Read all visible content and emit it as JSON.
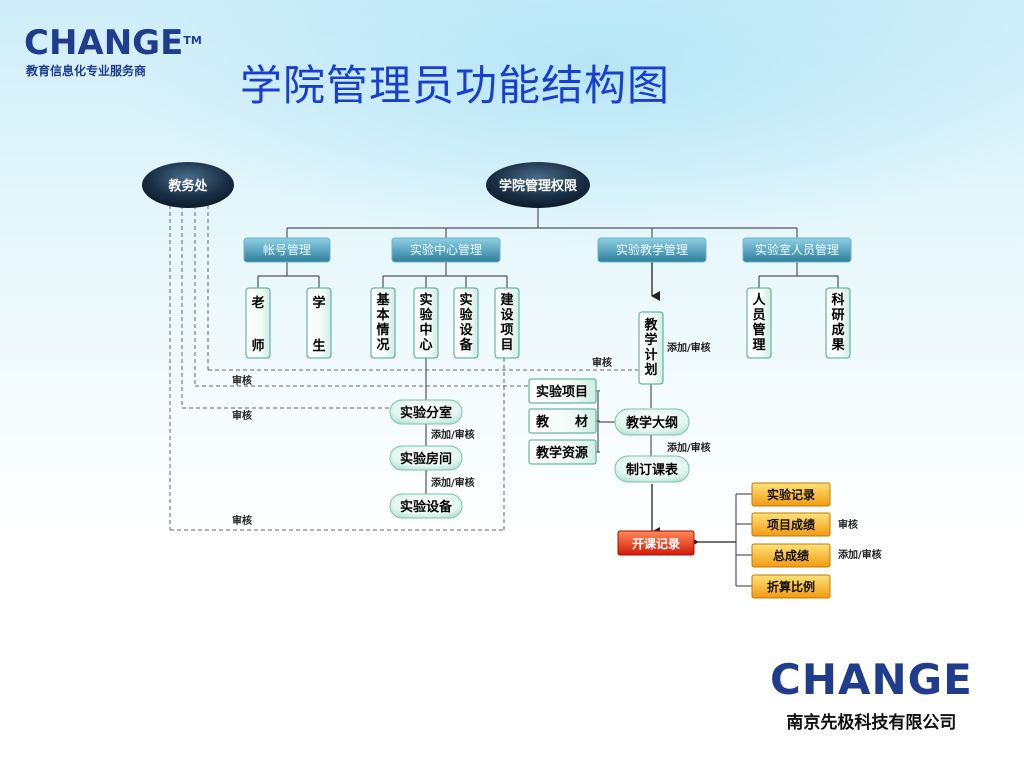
{
  "logo": {
    "word": "CHANGE",
    "tm": "TM",
    "tagline": "教育信息化专业服务商"
  },
  "title": "学院管理员功能结构图",
  "footer": {
    "word": "CHANGE",
    "company": "南京先极科技有限公司"
  },
  "diagram": {
    "jiaowuchu": "教务处",
    "root": "学院管理权限",
    "categories": [
      "帐号管理",
      "实验中心管理",
      "实验教学管理",
      "实验室人员管理"
    ],
    "account_items": [
      [
        "老",
        "师"
      ],
      [
        "学",
        "生"
      ]
    ],
    "center_items": [
      [
        "基",
        "本",
        "情",
        "况"
      ],
      [
        "实",
        "验",
        "中",
        "心"
      ],
      [
        "实",
        "验",
        "设",
        "备"
      ],
      [
        "建",
        "设",
        "项",
        "目"
      ]
    ],
    "staff_items": [
      [
        "人",
        "员",
        "管",
        "理"
      ],
      [
        "科",
        "研",
        "成",
        "果"
      ]
    ],
    "plan": [
      "教",
      "学",
      "计",
      "划"
    ],
    "plan_note": "添加/审核",
    "lab_chain": [
      "实验分室",
      "实验房间",
      "实验设备"
    ],
    "lab_notes": [
      "添加/审核",
      "添加/审核"
    ],
    "resources": [
      "实验项目",
      "教　　材",
      "教学资源"
    ],
    "syllabus": "教学大纲",
    "syllabus_note": "添加/审核",
    "schedule": "制订课表",
    "record": "开课记录",
    "record_items": [
      "实验记录",
      "项目成绩",
      "总成绩",
      "折算比例"
    ],
    "record_notes": [
      "审核",
      "添加/审核"
    ],
    "audit_labels": [
      "审核",
      "审核",
      "审核",
      "审核"
    ]
  }
}
